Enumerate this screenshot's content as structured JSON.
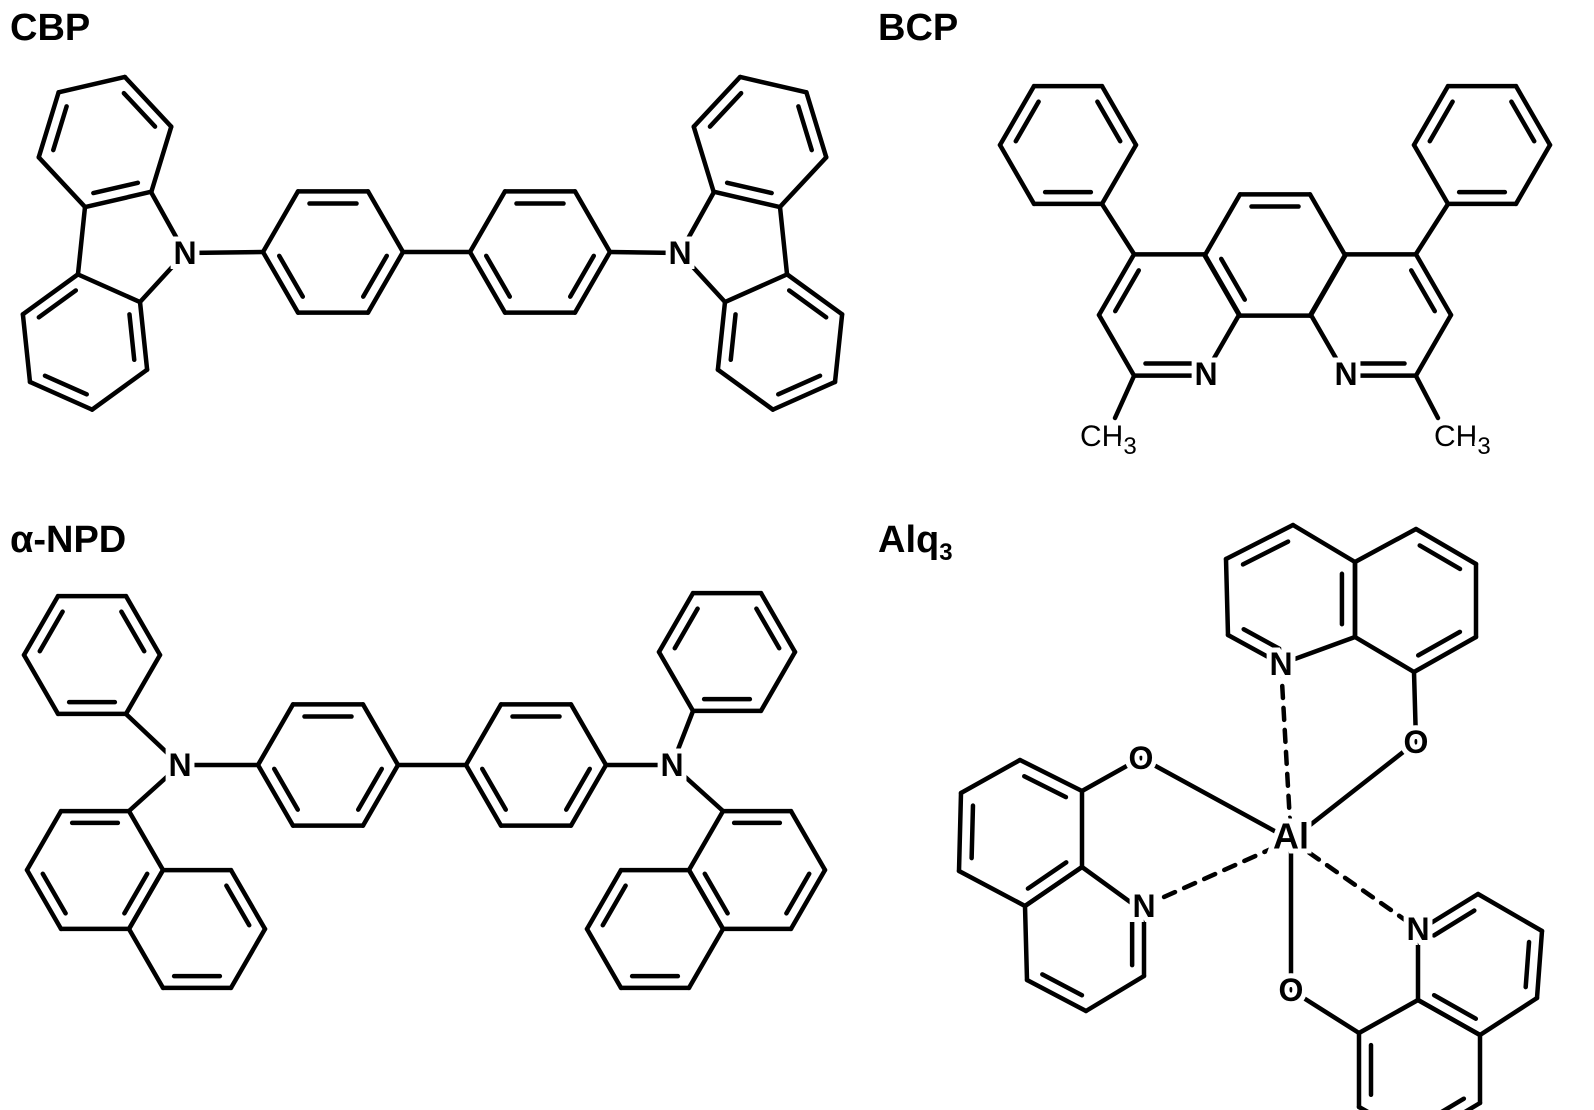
{
  "titles": {
    "cbp": "CBP",
    "bcp": "BCP",
    "npd": "α-NPD",
    "alq": "Alq",
    "alq_sub": "3"
  },
  "atoms": {
    "n": "N",
    "o": "O",
    "al": "Al",
    "methyl": "CH",
    "methyl_sub": "3"
  }
}
